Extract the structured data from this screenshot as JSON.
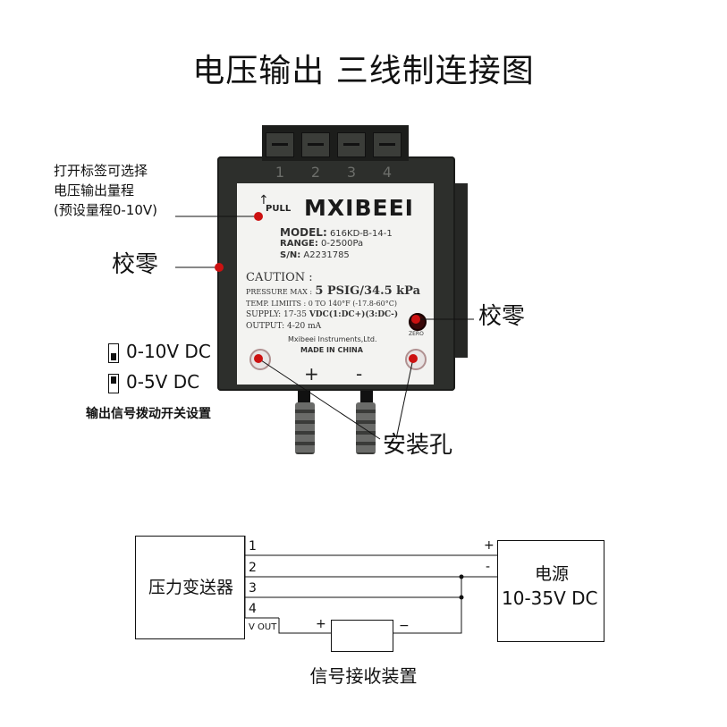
{
  "title": "电压输出  三线制连接图",
  "device": {
    "terminals": [
      "1",
      "2",
      "3",
      "4"
    ],
    "brand": "MXIBEEI",
    "pull": "PULL",
    "model_label": "MODEL:",
    "model_value": "616KD-B-14-1",
    "range_label": "RANGE:",
    "range_value": "0-2500Pa",
    "sn_label": "S/N:",
    "sn_value": "A2231785",
    "caution": "CAUTION :",
    "pressure_label": "PRESSURE MAX :",
    "pressure_value": "5 PSIG/34.5 kPa",
    "temp": "TEMP. LIMIITS : 0  TO 140°F (-17.8-60°C)",
    "supply_label": "SUPPLY: 17-35",
    "supply_value": "VDC(1:DC+)(3:DC-)",
    "output": "OUTPUT: 4-20 mA",
    "maker": "Mxibeei Instruments,Ltd.",
    "made_in": "MADE IN CHINA",
    "zero": "ZERO",
    "plus": "+",
    "minus": "-"
  },
  "annotations": {
    "label_line1": "打开标签可选择",
    "label_line2": "电压输出量程",
    "label_line3": "(预设量程0-10V)",
    "zero_left": "校零",
    "zero_right": "校零",
    "switch_10v": "0-10V DC",
    "switch_5v": "0-5V DC",
    "switch_caption": "输出信号拨动开关设置",
    "mount_holes": "安装孔"
  },
  "wiring": {
    "transmitter": "压力变送器",
    "pins": [
      "1",
      "2",
      "3",
      "4",
      "V OUT"
    ],
    "supply_name": "电源",
    "supply_range": "10-35V DC",
    "supply_plus": "+",
    "supply_minus": "-",
    "receiver_plus": "+",
    "receiver_minus": "−",
    "receiver_caption": "信号接收装置"
  },
  "colors": {
    "annotation_dot": "#cc1111",
    "device_body": "#2d2f2c",
    "label": "#f3f3f1"
  }
}
